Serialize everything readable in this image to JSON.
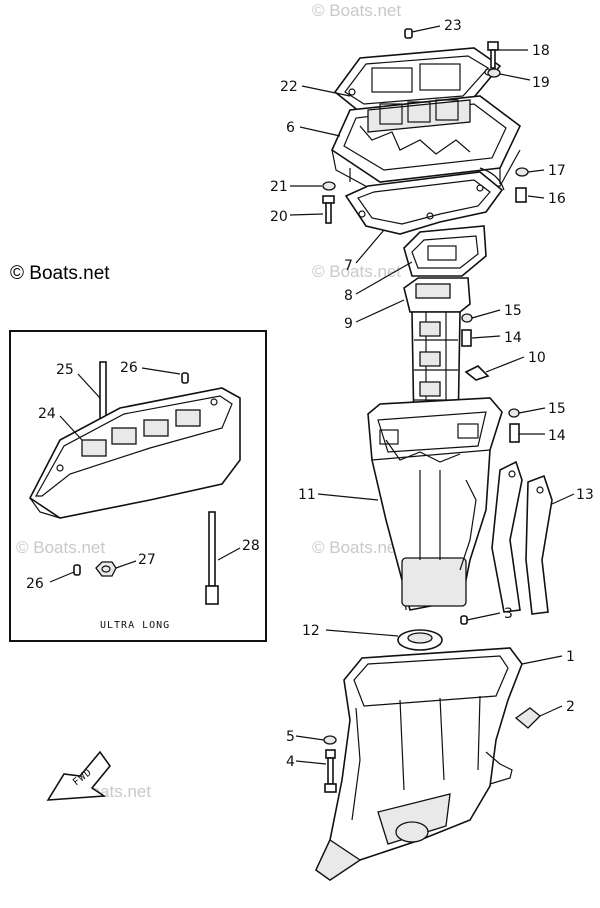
{
  "watermark": {
    "main": "© Boats.net",
    "faint": "© Boats.net"
  },
  "inset": {
    "caption": "ULTRA LONG"
  },
  "fwd_label": "FWD",
  "callouts": {
    "c1": "1",
    "c2": "2",
    "c3": "3",
    "c4": "4",
    "c5": "5",
    "c6": "6",
    "c7": "7",
    "c8": "8",
    "c9": "9",
    "c10": "10",
    "c11": "11",
    "c12": "12",
    "c13": "13",
    "c14a": "14",
    "c14b": "14",
    "c15a": "15",
    "c15b": "15",
    "c16": "16",
    "c17": "17",
    "c18": "18",
    "c19": "19",
    "c20": "20",
    "c21": "21",
    "c22": "22",
    "c23": "23",
    "c24": "24",
    "c25": "25",
    "c26a": "26",
    "c26b": "26",
    "c27": "27",
    "c28": "28"
  }
}
